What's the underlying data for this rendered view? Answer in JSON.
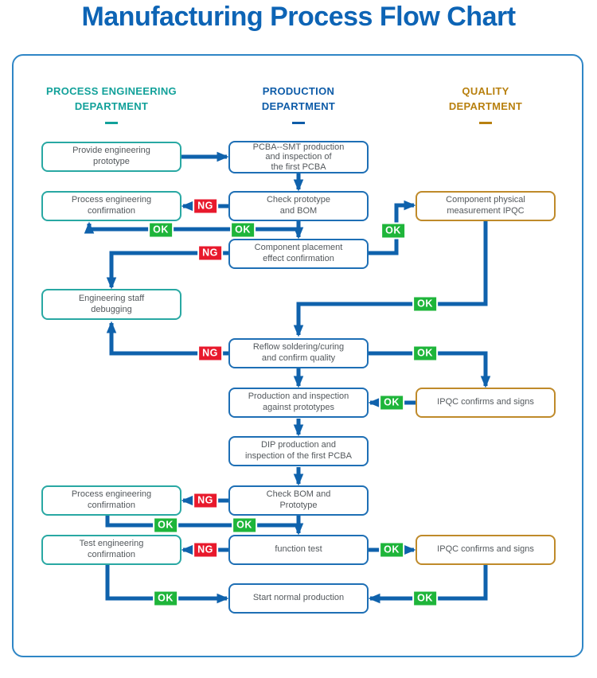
{
  "title": "Manufacturing Process Flow Chart",
  "labels": {
    "ok": "OK",
    "ng": "NG"
  },
  "colors": {
    "title": "#0d64b5",
    "frame": "#2f86c6",
    "connector": "#0f62ac",
    "teal": "#29a8a3",
    "blue": "#1e6fb5",
    "orange": "#bf8a2a",
    "ok": "#1eb53a",
    "ng": "#e8192c",
    "node_text": "#53585c"
  },
  "columns": [
    {
      "id": "process-engineering",
      "line1": "PROCESS ENGINEERING",
      "line2": "DEPARTMENT",
      "color": "#12a19a"
    },
    {
      "id": "production",
      "line1": "PRODUCTION",
      "line2": "DEPARTMENT",
      "color": "#0e5ca8"
    },
    {
      "id": "quality",
      "line1": "QUALITY",
      "line2": "DEPARTMENT",
      "color": "#b8800f"
    }
  ],
  "nodes": [
    {
      "id": "provide-engineering-prototype",
      "department": "process-engineering",
      "text": "Provide engineering\nprototype"
    },
    {
      "id": "pcba-smt-production",
      "department": "production",
      "text": "PCBA--SMT production\nand inspection of\nthe first PCBA"
    },
    {
      "id": "process-engineering-confirmation-1",
      "department": "process-engineering",
      "text": "Process engineering\nconfirmation"
    },
    {
      "id": "check-prototype-and-bom",
      "department": "production",
      "text": "Check prototype\nand BOM"
    },
    {
      "id": "component-physical-measurement-ipqc",
      "department": "quality",
      "text": "Component physical\nmeasurement IPQC"
    },
    {
      "id": "component-placement-effect-confirmation",
      "department": "production",
      "text": "Component placement\neffect confirmation"
    },
    {
      "id": "engineering-staff-debugging",
      "department": "process-engineering",
      "text": "Engineering staff\ndebugging"
    },
    {
      "id": "reflow-soldering-curing",
      "department": "production",
      "text": "Reflow soldering/curing\nand confirm quality"
    },
    {
      "id": "production-inspection-against-prototypes",
      "department": "production",
      "text": "Production and inspection\nagainst prototypes"
    },
    {
      "id": "ipqc-confirms-and-signs-1",
      "department": "quality",
      "text": "IPQC confirms and signs"
    },
    {
      "id": "dip-production-inspection",
      "department": "production",
      "text": "DIP production and\ninspection of the first PCBA"
    },
    {
      "id": "process-engineering-confirmation-2",
      "department": "process-engineering",
      "text": "Process engineering\nconfirmation"
    },
    {
      "id": "check-bom-and-prototype",
      "department": "production",
      "text": "Check BOM and\nPrototype"
    },
    {
      "id": "test-engineering-confirmation",
      "department": "process-engineering",
      "text": "Test engineering\nconfirmation"
    },
    {
      "id": "function-test",
      "department": "production",
      "text": "function test"
    },
    {
      "id": "ipqc-confirms-and-signs-2",
      "department": "quality",
      "text": "IPQC confirms and signs"
    },
    {
      "id": "start-normal-production",
      "department": "production",
      "text": "Start normal production"
    }
  ],
  "edges": [
    {
      "from": "provide-engineering-prototype",
      "to": "pcba-smt-production",
      "label": ""
    },
    {
      "from": "pcba-smt-production",
      "to": "check-prototype-and-bom",
      "label": ""
    },
    {
      "from": "check-prototype-and-bom",
      "to": "process-engineering-confirmation-1",
      "label": "NG"
    },
    {
      "from": "check-prototype-and-bom",
      "to": "component-placement-effect-confirmation",
      "label": "OK"
    },
    {
      "from": "component-placement-effect-confirmation",
      "to": "process-engineering-confirmation-1",
      "label": "OK"
    },
    {
      "from": "component-placement-effect-confirmation",
      "to": "engineering-staff-debugging",
      "label": "NG"
    },
    {
      "from": "component-placement-effect-confirmation",
      "to": "component-physical-measurement-ipqc",
      "label": "OK"
    },
    {
      "from": "component-physical-measurement-ipqc",
      "to": "reflow-soldering-curing",
      "label": "OK"
    },
    {
      "from": "reflow-soldering-curing",
      "to": "engineering-staff-debugging",
      "label": "NG"
    },
    {
      "from": "reflow-soldering-curing",
      "to": "ipqc-confirms-and-signs-1",
      "label": "OK"
    },
    {
      "from": "reflow-soldering-curing",
      "to": "production-inspection-against-prototypes",
      "label": ""
    },
    {
      "from": "ipqc-confirms-and-signs-1",
      "to": "production-inspection-against-prototypes",
      "label": "OK"
    },
    {
      "from": "production-inspection-against-prototypes",
      "to": "dip-production-inspection",
      "label": ""
    },
    {
      "from": "dip-production-inspection",
      "to": "check-bom-and-prototype",
      "label": ""
    },
    {
      "from": "check-bom-and-prototype",
      "to": "process-engineering-confirmation-2",
      "label": "NG"
    },
    {
      "from": "check-bom-and-prototype",
      "to": "function-test",
      "label": "OK"
    },
    {
      "from": "process-engineering-confirmation-2",
      "to": "function-test",
      "label": "OK"
    },
    {
      "from": "function-test",
      "to": "test-engineering-confirmation",
      "label": "NG"
    },
    {
      "from": "function-test",
      "to": "ipqc-confirms-and-signs-2",
      "label": "OK"
    },
    {
      "from": "test-engineering-confirmation",
      "to": "start-normal-production",
      "label": "OK"
    },
    {
      "from": "ipqc-confirms-and-signs-2",
      "to": "start-normal-production",
      "label": "OK"
    }
  ]
}
